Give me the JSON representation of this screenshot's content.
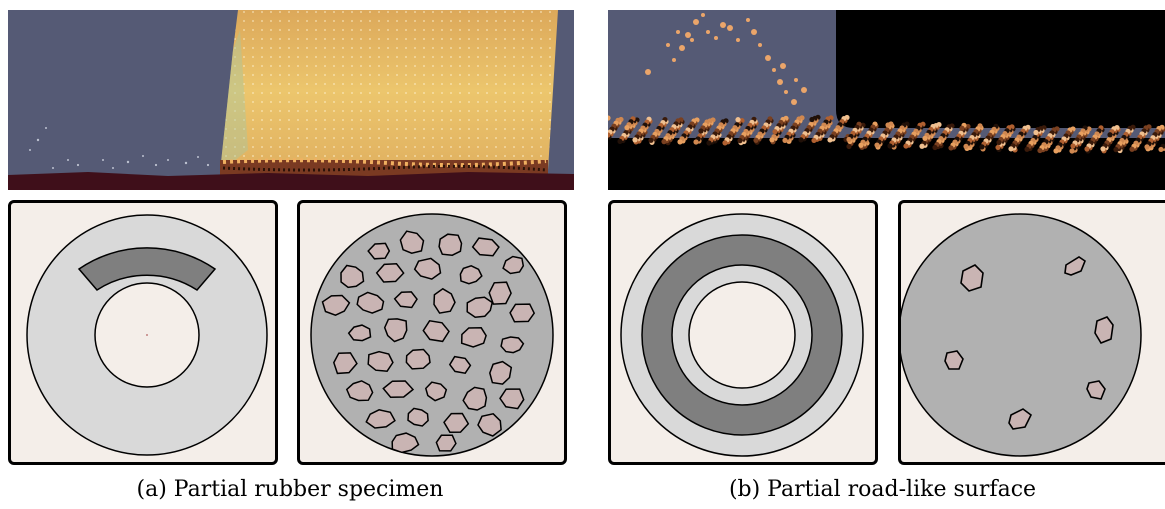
{
  "figure_a": {
    "caption": "(a) Partial rubber specimen",
    "specimen_diagram": {
      "outer_ring": "light-grey",
      "pad": "dark-grey",
      "hole": "white",
      "center_marker": "tiny-dot"
    },
    "particle_diagram": {
      "inclusion_count": 37
    }
  },
  "figure_b": {
    "caption": "(b) Partial road-like surface",
    "ring_diagram": {
      "rings": [
        "light-grey",
        "dark-grey",
        "light-grey",
        "white"
      ]
    },
    "particle_diagram": {
      "inclusion_count": 6
    }
  },
  "colors": {
    "background": "#555a75",
    "sim_floor": "#3f0f1a",
    "panel_bg": "#f4eee9",
    "disk_light": "#d9d9d9",
    "disk_mid": "#b1b1b1",
    "disk_dark": "#7f7f7f",
    "inclusion": "#c9b4b3",
    "sim_block_a": "#e9bf66",
    "sim_block_b": "#000000",
    "grain": "#e8a060"
  }
}
